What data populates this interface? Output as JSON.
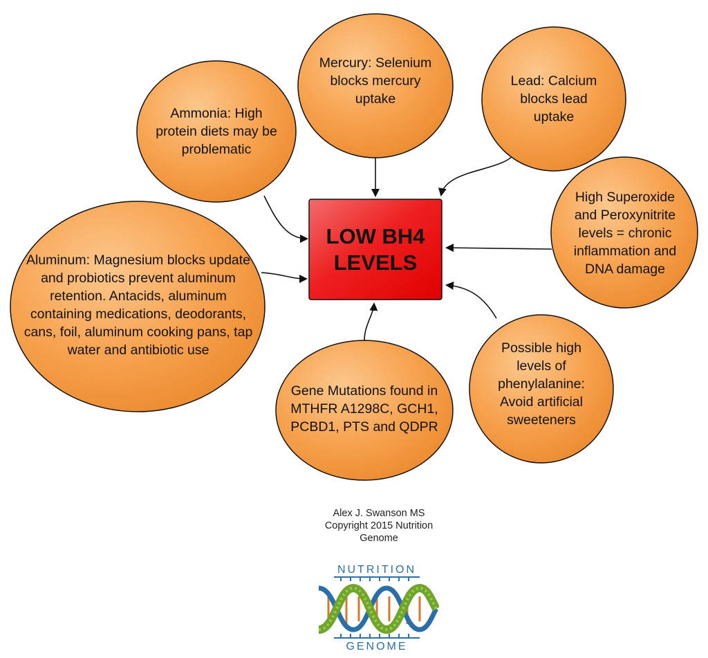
{
  "center": {
    "label": "LOW BH4 LEVELS",
    "color": "#ee1111"
  },
  "nodes": [
    {
      "id": "ammonia",
      "label": "Ammonia: High protein diets may be problematic"
    },
    {
      "id": "mercury",
      "label": "Mercury: Selenium blocks mercury uptake"
    },
    {
      "id": "lead",
      "label": "Lead: Calcium blocks lead uptake"
    },
    {
      "id": "superoxide",
      "label": "High Superoxide and Peroxynitrite levels = chronic inflammation and DNA damage"
    },
    {
      "id": "aluminum",
      "label": "Aluminum: Magnesium blocks update and probiotics prevent aluminum retention. Antacids, aluminum containing medications, deodorants, cans, foil, aluminum cooking pans, tap water and antibiotic use"
    },
    {
      "id": "gene-mutations",
      "label": "Gene Mutations found in MTHFR A1298C, GCH1, PCBD1, PTS and QDPR"
    },
    {
      "id": "phenylalanine",
      "label": "Possible high levels of phenylalanine: Avoid artificial sweeteners"
    }
  ],
  "node_color": "#f7a14a",
  "credit": {
    "line1": "Alex J. Swanson MS",
    "line2": "Copyright 2015 Nutrition",
    "line3": "Genome"
  },
  "logo": {
    "top_text": "NUTRITION",
    "bottom_text": "GENOME",
    "text_color": "#2a6fa8",
    "helix_color": "#6fa52a"
  }
}
